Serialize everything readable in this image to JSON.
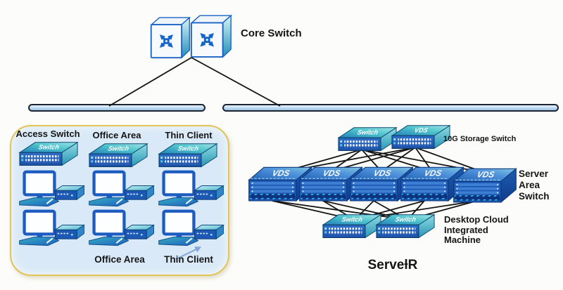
{
  "core": {
    "label": "Core Switch"
  },
  "access_area": {
    "top_labels": [
      "Access Switch",
      "Office Area",
      "Thin Client"
    ],
    "switch_labels": [
      "Switch",
      "Switch",
      "Switch"
    ],
    "bottom_labels": [
      "Office Area",
      "Thin Client"
    ]
  },
  "server_area": {
    "storage_switch_labels": [
      "Switch",
      "VDS"
    ],
    "storage_caption": "10G Storage Switch",
    "server_labels": [
      "VDS",
      "VDS",
      "VDS",
      "VDS",
      "VDS"
    ],
    "right_caption_lines": [
      "Server",
      "Area",
      "Switch"
    ],
    "bottom_switch_labels": [
      "Switch",
      "Switch"
    ],
    "bottom_caption_lines": [
      "Desktop Cloud",
      "Integrated",
      "Machine"
    ],
    "footer_caption": "ServeƚR"
  },
  "colors": {
    "switch_front": "#2465bd",
    "switch_top_teal": "#2ea8bc",
    "server_front": "#1c55b2",
    "cube_outline": "#1a63c6",
    "connection_line": "#141414",
    "box_fill": "#d9e9f7",
    "box_border": "#e2c556",
    "bus_fill": "#bdd9f0",
    "pointer_arrow": "#7fa8d8"
  }
}
